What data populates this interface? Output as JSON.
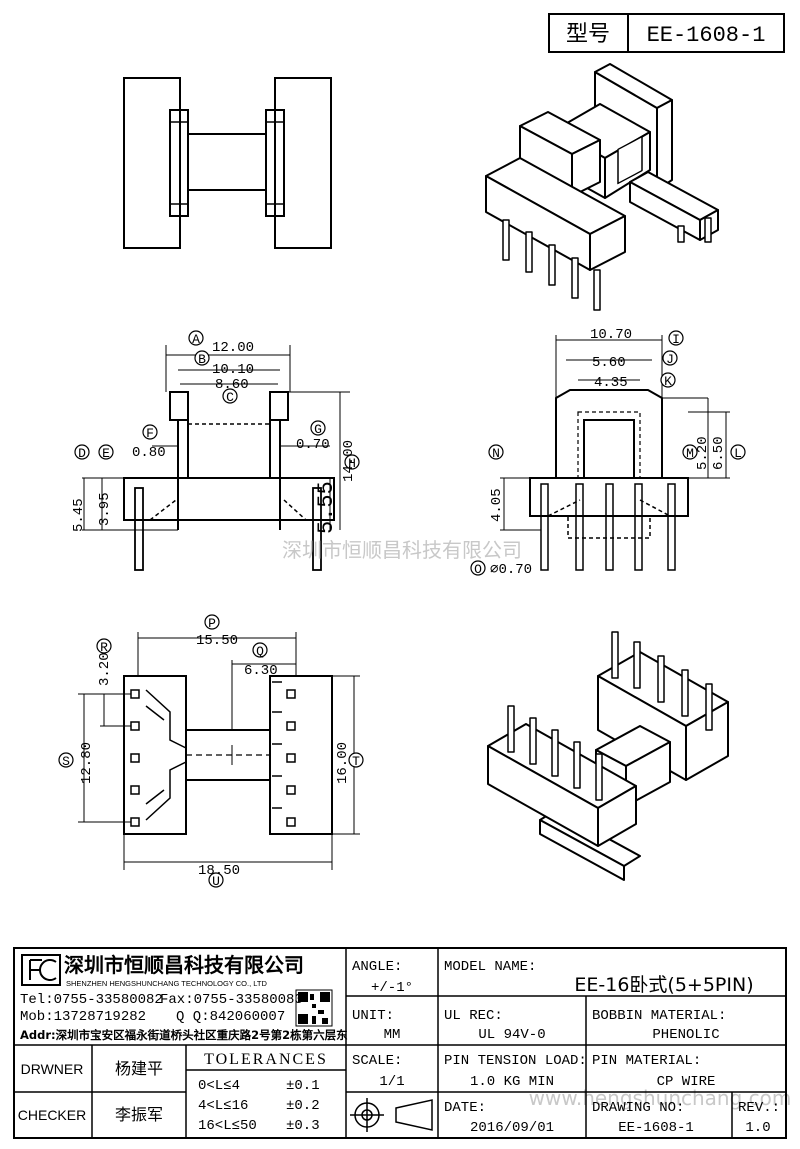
{
  "header": {
    "type_label": "型号",
    "model_code": "EE-1608-1"
  },
  "front_view": {
    "circles": [
      "A",
      "B",
      "C",
      "D",
      "E",
      "F",
      "G",
      "H"
    ],
    "dims": {
      "A": "12.00",
      "B": "10.10",
      "C": "8.60",
      "D": "5.45",
      "E": "3.95",
      "F": "0.80",
      "G": "0.70",
      "H": "14.00",
      "center": "5.55"
    }
  },
  "side_view": {
    "circles": [
      "I",
      "J",
      "K",
      "L",
      "M",
      "N",
      "O"
    ],
    "dims": {
      "I": "10.70",
      "J": "5.60",
      "K": "4.35",
      "L": "6.50",
      "M": "5.20",
      "N": "4.05",
      "O": "0.70"
    }
  },
  "bottom_view": {
    "circles": [
      "P",
      "Q",
      "R",
      "S",
      "T",
      "U"
    ],
    "dims": {
      "P": "15.50",
      "Q": "6.30",
      "R": "3.20",
      "S": "12.80",
      "T": "16.00",
      "U": "18.50"
    }
  },
  "watermarks": {
    "center": "深圳市恒顺昌科技有限公司",
    "footer": "www.hengshunchang.com"
  },
  "company": {
    "name_cn": "深圳市恒顺昌科技有限公司",
    "name_en": "SHENZHEN HENGSHUNCHANG TECHNOLOGY CO., LTD",
    "tel": "Tel:0755-33580082",
    "fax": "Fax:0755-33580083",
    "mob": "Mob:13728719282",
    "qq": "Q Q:842060007",
    "addr": "Addr:深圳市宝安区福永街道桥头社区重庆路2号第2栋第六层东"
  },
  "title_block": {
    "angle_label": "ANGLE:",
    "angle_value": "+/-1°",
    "model_label": "MODEL NAME:",
    "model_value": "EE-16卧式(5+5PIN)",
    "unit_label": "UNIT:",
    "unit_value": "MM",
    "ulrec_label": "UL REC:",
    "ulrec_value": "UL 94V-0",
    "bobbin_label": "BOBBIN MATERIAL:",
    "bobbin_value": "PHENOLIC",
    "drawer_label": "DRWNER",
    "drawer_value": "杨建平",
    "checker_label": "CHECKER",
    "checker_value": "李振军",
    "tol_label": "TOLERANCES",
    "tol_rows": [
      {
        "range": "0<L≤4",
        "tol": "±0.1"
      },
      {
        "range": "4<L≤16",
        "tol": "±0.2"
      },
      {
        "range": "16<L≤50",
        "tol": "±0.3"
      }
    ],
    "scale_label": "SCALE:",
    "scale_value": "1/1",
    "pin_tension_label": "PIN TENSION LOAD:",
    "pin_tension_value": "1.0 KG MIN",
    "pin_material_label": "PIN MATERIAL:",
    "pin_material_value": "CP WIRE",
    "date_label": "DATE:",
    "date_value": "2016/09/01",
    "drawing_label": "DRAWING NO:",
    "drawing_value": "EE-1608-1",
    "rev_label": "REV.:",
    "rev_value": "1.0"
  }
}
